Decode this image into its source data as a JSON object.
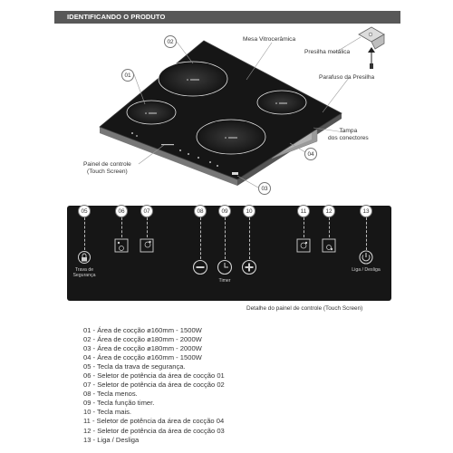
{
  "header": {
    "title": "IDENTIFICANDO O PRODUTO"
  },
  "cooktop_labels": {
    "mesa": "Mesa Vitrocerâmica",
    "presilha": "Presilha metálica",
    "parafuso": "Parafuso da Presilha",
    "tampa_line1": "Tampa",
    "tampa_line2": "dos conectores",
    "painel_line1": "Painel de controle",
    "painel_line2": "(Touch Screen)"
  },
  "cooktop_callouts": [
    "01",
    "02",
    "03",
    "04"
  ],
  "panel_callouts": [
    "05",
    "06",
    "07",
    "08",
    "09",
    "10",
    "11",
    "12",
    "13"
  ],
  "panel_labels": {
    "trava_line1": "Trava de",
    "trava_line2": "Segurança",
    "timer": "Timer",
    "liga": "Liga / Desliga"
  },
  "panel_caption": "Detalhe do painel de controle (Touch Screen)",
  "legend": [
    "01 - Área de cocção ø160mm - 1500W",
    "02 - Área de cocção ø180mm - 2000W",
    "03 - Área de cocção ø180mm - 2000W",
    "04 - Área de cocção ø160mm - 1500W",
    "05 - Tecla da trava de segurança.",
    "06 - Seletor de potência da área de cocção 01",
    "07 - Seletor de potência da área de cocção 02",
    "08 - Tecla menos.",
    "09 - Tecla função timer.",
    "10 - Tecla mais.",
    "11 - Seletor de potência da área de cocção 04",
    "12 - Seletor de potência da área de cocção 03",
    "13 - Liga / Desliga"
  ],
  "colors": {
    "header_bg": "#585858",
    "glass": "#161616",
    "panel_bg": "#161616"
  }
}
